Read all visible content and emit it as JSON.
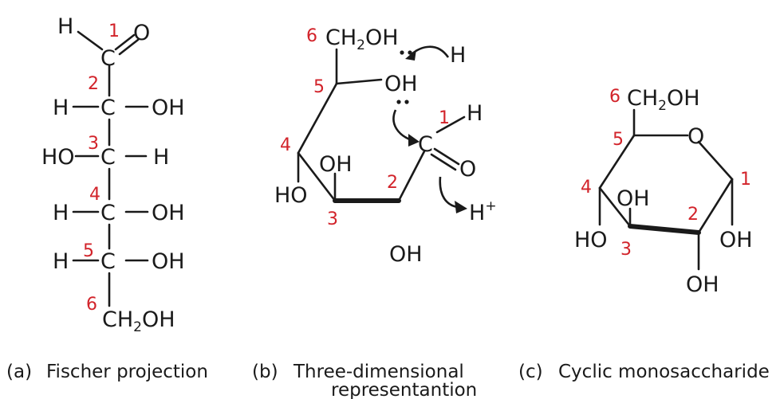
{
  "panels": {
    "fischer": {
      "caption_tag": "(a)",
      "caption": "Fischer projection",
      "atoms": {
        "h1": "H",
        "o1": "O",
        "c1": "C",
        "h2": "H",
        "c2": "C",
        "oh2": "OH",
        "ho3": "HO",
        "c3": "C",
        "h3": "H",
        "h4": "H",
        "c4": "C",
        "oh4": "OH",
        "h5": "H",
        "c5": "C",
        "oh5": "OH",
        "c6": "CH",
        "c6_sub": "2",
        "c6_tail": "OH"
      },
      "numbers": [
        "1",
        "2",
        "3",
        "4",
        "5",
        "6"
      ]
    },
    "three_d": {
      "caption_tag": "(b)",
      "caption_line1": "Three-dimensional",
      "caption_line2": "representantion",
      "atoms": {
        "ch2oh": "CH",
        "ch2oh_sub": "2",
        "ch2oh_tail": "OH",
        "oh_ring": "OH",
        "h_top": "H",
        "h_c1": "H",
        "c1": "C",
        "o1": "O",
        "oh4": "OH",
        "ho4": "HO",
        "h_plus": "H",
        "h_plus_sup": "+",
        "oh_bottom": "OH"
      },
      "numbers": [
        "6",
        "5",
        "4",
        "3",
        "2",
        "1"
      ]
    },
    "cyclic": {
      "caption_tag": "(c)",
      "caption": "Cyclic monosaccharide",
      "atoms": {
        "ch2oh": "CH",
        "ch2oh_sub": "2",
        "ch2oh_tail": "OH",
        "o_ring": "O",
        "oh3": "OH",
        "ho4": "HO",
        "oh1": "OH",
        "oh2": "OH"
      },
      "numbers": [
        "6",
        "5",
        "4",
        "3",
        "2",
        "1"
      ]
    }
  },
  "colors": {
    "text": "#1a1a1a",
    "numbers": "#d2232a"
  }
}
